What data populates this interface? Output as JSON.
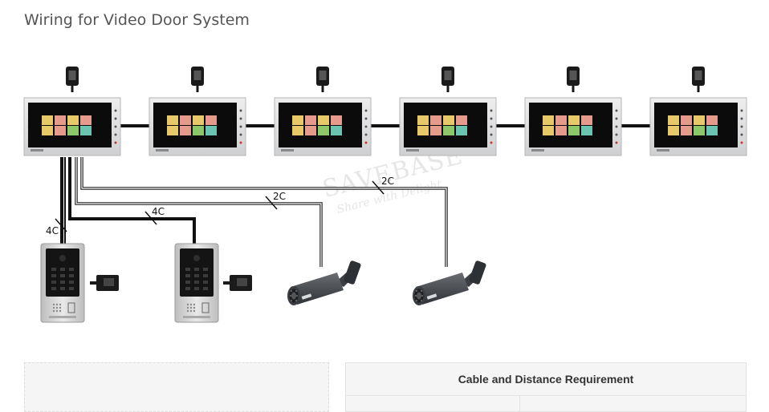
{
  "page": {
    "title": "Wiring for Video Door System"
  },
  "diagram": {
    "monitor_count": 6,
    "outdoor_station_count": 2,
    "camera_count": 2,
    "cable_labels": {
      "station1": "4C",
      "station2": "4C",
      "camera1": "2C",
      "camera2": "2C"
    },
    "watermark": {
      "brand": "SAVEBASE",
      "tagline": "Share with Delight"
    }
  },
  "table": {
    "title": "Cable and Distance Requirement"
  },
  "colors": {
    "cable": "#111111",
    "monitor_frame": "#d9dadb",
    "screen": "#0b0b0b",
    "station_panel": "#c9c9c9",
    "camera_body": "#4a4d52",
    "table_bg": "#f5f5f5"
  }
}
